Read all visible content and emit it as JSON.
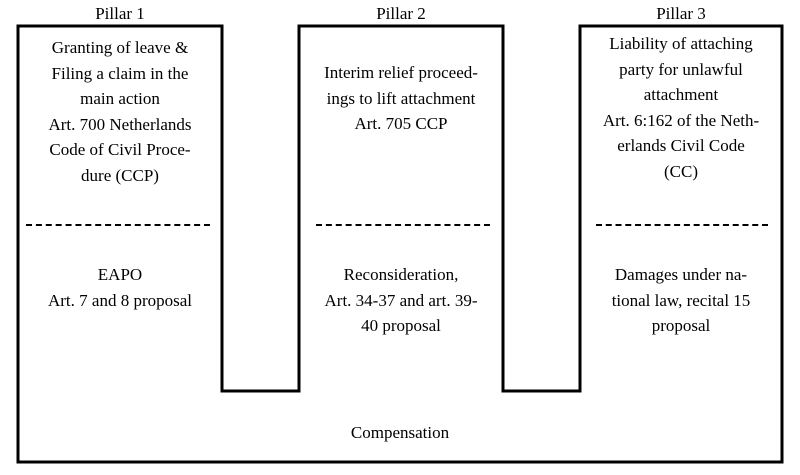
{
  "pillars": [
    {
      "title": "Pillar 1",
      "upper_lines": [
        "Granting of leave &",
        "Filing a claim in the",
        "main action",
        "Art. 700 Netherlands",
        "Code of Civil Proce-",
        "dure (CCP)"
      ],
      "lower_lines": [
        "EAPO",
        "Art. 7 and 8 proposal"
      ]
    },
    {
      "title": "Pillar 2",
      "upper_lines": [
        "Interim relief proceed-",
        "ings to lift attachment",
        "Art. 705 CCP"
      ],
      "lower_lines": [
        "Reconsideration,",
        "Art. 34-37 and art. 39-",
        "40 proposal"
      ]
    },
    {
      "title": "Pillar 3",
      "upper_lines": [
        "Liability of attaching",
        "party for unlawful",
        "attachment",
        "Art. 6:162 of the Neth-",
        "erlands Civil Code",
        "(CC)"
      ],
      "lower_lines": [
        "Damages under na-",
        "tional law, recital 15",
        "proposal"
      ]
    }
  ],
  "base": {
    "label": "Compensation"
  }
}
